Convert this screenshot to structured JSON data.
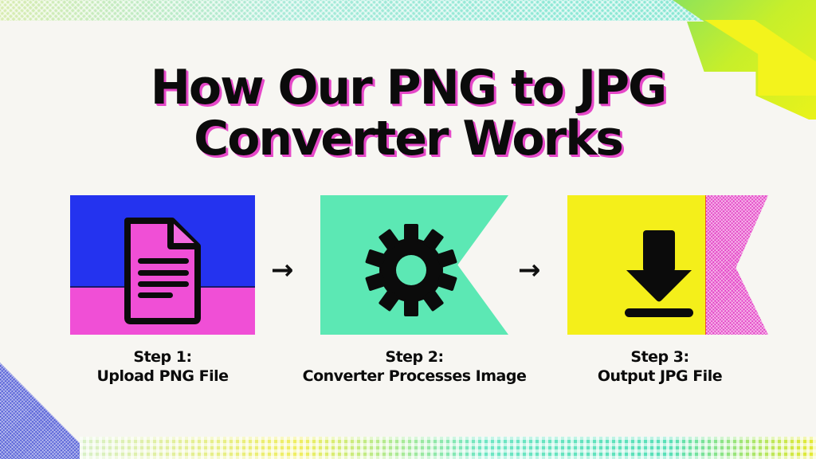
{
  "title": {
    "line1": "How Our PNG to JPG",
    "line2": "Converter Works"
  },
  "colors": {
    "title_text": "#0b0b0b",
    "title_shadow": "#e548c8",
    "step1_top": "#2433ef",
    "step1_bottom": "#f04fd6",
    "step2_bg": "#5ce8b4",
    "step3_bg": "#f4ef1a",
    "step3_flag": "#e548c8"
  },
  "steps": [
    {
      "label": "Step 1:",
      "description": "Upload PNG File",
      "icon": "document-icon"
    },
    {
      "label": "Step 2:",
      "description": "Converter Processes Image",
      "icon": "gear-icon"
    },
    {
      "label": "Step 3:",
      "description": "Output JPG File",
      "icon": "download-icon"
    }
  ],
  "arrows": [
    "→",
    "→"
  ]
}
